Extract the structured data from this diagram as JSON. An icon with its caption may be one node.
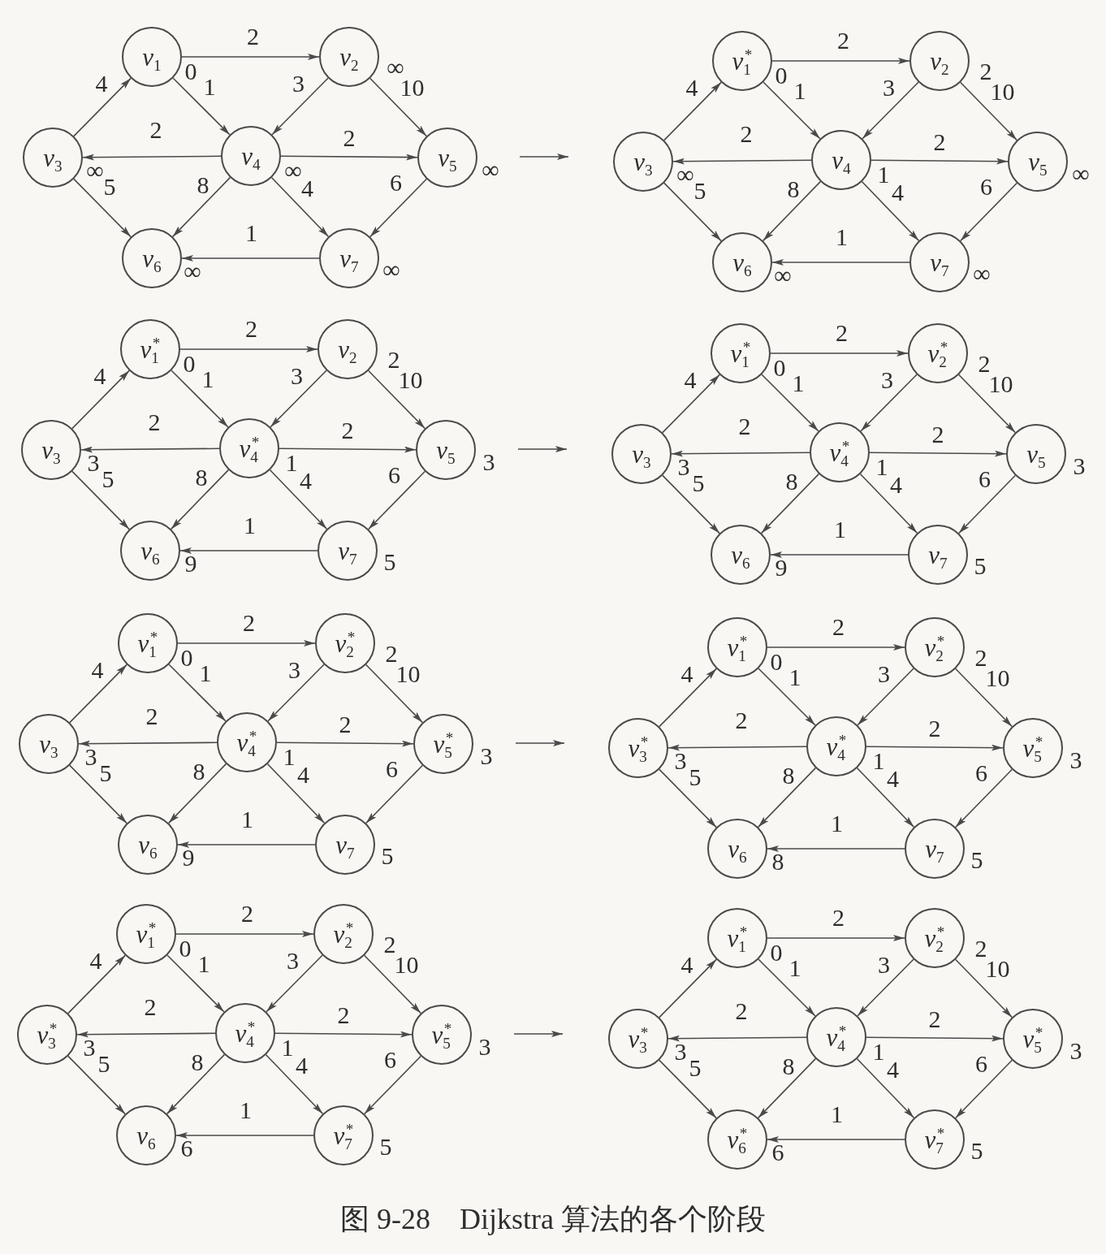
{
  "diagram": {
    "caption": "图 9-28　Dijkstra 算法的各个阶段",
    "nodes": [
      {
        "text": [
          "v$_{1}$"
        ],
        "beside": [
          "0"
        ]
      },
      {
        "text": [
          "v$_{2}$"
        ],
        "beside": [
          "∞"
        ]
      },
      {
        "text": [
          "v$_{3}$"
        ],
        "beside": [
          "∞"
        ]
      },
      {
        "text": [
          "v$_{4}$"
        ],
        "beside": [
          "∞"
        ]
      },
      {
        "text": [
          "v$_{5}$"
        ],
        "beside": [
          "∞"
        ]
      },
      {
        "text": [
          "v$_{6}$"
        ],
        "beside": [
          "∞"
        ]
      },
      {
        "text": [
          "v$_{7}$"
        ],
        "beside": [
          "∞"
        ]
      },
      {
        "text": [
          "v$_{1}$$^{*}$"
        ],
        "beside": [
          "0"
        ]
      },
      {
        "text": [
          "v$_{2}$"
        ],
        "beside": [
          "2"
        ]
      },
      {
        "text": [
          "v$_{3}$"
        ],
        "beside": [
          "∞"
        ]
      },
      {
        "text": [
          "v$_{4}$"
        ],
        "beside": [
          "1"
        ]
      },
      {
        "text": [
          "v$_{5}$"
        ],
        "beside": [
          "∞"
        ]
      },
      {
        "text": [
          "v$_{6}$"
        ],
        "beside": [
          "∞"
        ]
      },
      {
        "text": [
          "v$_{7}$"
        ],
        "beside": [
          "∞"
        ]
      },
      {
        "text": [
          "v$_{1}$$^{*}$"
        ],
        "beside": [
          "0"
        ]
      },
      {
        "text": [
          "v$_{2}$"
        ],
        "beside": [
          "2"
        ]
      },
      {
        "text": [
          "v$_{3}$"
        ],
        "beside": [
          "3"
        ]
      },
      {
        "text": [
          "v$_{4}$$^{*}$"
        ],
        "beside": [
          "1"
        ]
      },
      {
        "text": [
          "v$_{5}$"
        ],
        "beside": [
          "3"
        ]
      },
      {
        "text": [
          "v$_{6}$"
        ],
        "beside": [
          "9"
        ]
      },
      {
        "text": [
          "v$_{7}$"
        ],
        "beside": [
          "5"
        ]
      },
      {
        "text": [
          "v$_{1}$$^{*}$"
        ],
        "beside": [
          "0"
        ]
      },
      {
        "text": [
          "v$_{2}$$^{*}$"
        ],
        "beside": [
          "2"
        ]
      },
      {
        "text": [
          "v$_{3}$"
        ],
        "beside": [
          "3"
        ]
      },
      {
        "text": [
          "v$_{4}$$^{*}$"
        ],
        "beside": [
          "1"
        ]
      },
      {
        "text": [
          "v$_{5}$"
        ],
        "beside": [
          "3"
        ]
      },
      {
        "text": [
          "v$_{6}$"
        ],
        "beside": [
          "9"
        ]
      },
      {
        "text": [
          "v$_{7}$"
        ],
        "beside": [
          "5"
        ]
      },
      {
        "text": [
          "v$_{1}$$^{*}$"
        ],
        "beside": [
          "0"
        ]
      },
      {
        "text": [
          "v$_{2}$$^{*}$"
        ],
        "beside": [
          "2"
        ]
      },
      {
        "text": [
          "v$_{3}$"
        ],
        "beside": [
          "3"
        ]
      },
      {
        "text": [
          "v$_{4}$$^{*}$"
        ],
        "beside": [
          "1"
        ]
      },
      {
        "text": [
          "v$_{5}$$^{*}$"
        ],
        "beside": [
          "3"
        ]
      },
      {
        "text": [
          "v$_{6}$"
        ],
        "beside": [
          "9"
        ]
      },
      {
        "text": [
          "v$_{7}$"
        ],
        "beside": [
          "5"
        ]
      },
      {
        "text": [
          "v$_{1}$$^{*}$"
        ],
        "beside": [
          "0"
        ]
      },
      {
        "text": [
          "v$_{2}$$^{*}$"
        ],
        "beside": [
          "2"
        ]
      },
      {
        "text": [
          "v$_{3}$$^{*}$"
        ],
        "beside": [
          "3"
        ]
      },
      {
        "text": [
          "v$_{4}$$^{*}$"
        ],
        "beside": [
          "1"
        ]
      },
      {
        "text": [
          "v$_{5}$$^{*}$"
        ],
        "beside": [
          "3"
        ]
      },
      {
        "text": [
          "v$_{6}$"
        ],
        "beside": [
          "8"
        ]
      },
      {
        "text": [
          "v$_{7}$"
        ],
        "beside": [
          "5"
        ]
      },
      {
        "text": [
          "v$_{1}$$^{*}$"
        ],
        "beside": [
          "0"
        ]
      },
      {
        "text": [
          "v$_{2}$$^{*}$"
        ],
        "beside": [
          "2"
        ]
      },
      {
        "text": [
          "v$_{3}$$^{*}$"
        ],
        "beside": [
          "3"
        ]
      },
      {
        "text": [
          "v$_{4}$$^{*}$"
        ],
        "beside": [
          "1"
        ]
      },
      {
        "text": [
          "v$_{5}$$^{*}$"
        ],
        "beside": [
          "3"
        ]
      },
      {
        "text": [
          "v$_{6}$"
        ],
        "beside": [
          "6"
        ]
      },
      {
        "text": [
          "v$_{7}$$^{*}$"
        ],
        "beside": [
          "5"
        ]
      },
      {
        "text": [
          "v$_{1}$$^{*}$"
        ],
        "beside": [
          "0"
        ]
      },
      {
        "text": [
          "v$_{2}$$^{*}$"
        ],
        "beside": [
          "2"
        ]
      },
      {
        "text": [
          "v$_{3}$$^{*}$"
        ],
        "beside": [
          "3"
        ]
      },
      {
        "text": [
          "v$_{4}$$^{*}$"
        ],
        "beside": [
          "1"
        ]
      },
      {
        "text": [
          "v$_{5}$$^{*}$"
        ],
        "beside": [
          "3"
        ]
      },
      {
        "text": [
          "v$_{6}$$^{*}$"
        ],
        "beside": [
          "6"
        ]
      },
      {
        "text": [
          "v$_{7}$$^{*}$"
        ],
        "beside": [
          "5"
        ]
      }
    ],
    "edges": [
      {
        "from": 0,
        "to": 1,
        "label": "2",
        "arrow": "to"
      },
      {
        "from": 2,
        "to": 0,
        "label": "4",
        "arrow": "to"
      },
      {
        "from": 0,
        "to": 3,
        "label": "1",
        "arrow": "to"
      },
      {
        "from": 1,
        "to": 3,
        "label": "3",
        "arrow": "to"
      },
      {
        "from": 1,
        "to": 4,
        "label": "10",
        "arrow": "to"
      },
      {
        "from": 3,
        "to": 2,
        "label": "2",
        "arrow": "to"
      },
      {
        "from": 3,
        "to": 4,
        "label": "2",
        "arrow": "to"
      },
      {
        "from": 2,
        "to": 5,
        "label": "5",
        "arrow": "to"
      },
      {
        "from": 3,
        "to": 5,
        "label": "8",
        "arrow": "to"
      },
      {
        "from": 3,
        "to": 6,
        "label": "4",
        "arrow": "to"
      },
      {
        "from": 4,
        "to": 6,
        "label": "6",
        "arrow": "to"
      },
      {
        "from": 6,
        "to": 5,
        "label": "1",
        "arrow": "to"
      },
      {
        "from": 7,
        "to": 8,
        "label": "2",
        "arrow": "to"
      },
      {
        "from": 9,
        "to": 7,
        "label": "4",
        "arrow": "to"
      },
      {
        "from": 7,
        "to": 10,
        "label": "1",
        "arrow": "to"
      },
      {
        "from": 8,
        "to": 10,
        "label": "3",
        "arrow": "to"
      },
      {
        "from": 8,
        "to": 11,
        "label": "10",
        "arrow": "to"
      },
      {
        "from": 10,
        "to": 9,
        "label": "2",
        "arrow": "to"
      },
      {
        "from": 10,
        "to": 11,
        "label": "2",
        "arrow": "to"
      },
      {
        "from": 9,
        "to": 12,
        "label": "5",
        "arrow": "to"
      },
      {
        "from": 10,
        "to": 12,
        "label": "8",
        "arrow": "to"
      },
      {
        "from": 10,
        "to": 13,
        "label": "4",
        "arrow": "to"
      },
      {
        "from": 11,
        "to": 13,
        "label": "6",
        "arrow": "to"
      },
      {
        "from": 13,
        "to": 12,
        "label": "1",
        "arrow": "to"
      },
      {
        "from": 14,
        "to": 15,
        "label": "2",
        "arrow": "to"
      },
      {
        "from": 16,
        "to": 14,
        "label": "4",
        "arrow": "to"
      },
      {
        "from": 14,
        "to": 17,
        "label": "1",
        "arrow": "to"
      },
      {
        "from": 15,
        "to": 17,
        "label": "3",
        "arrow": "to"
      },
      {
        "from": 15,
        "to": 18,
        "label": "10",
        "arrow": "to"
      },
      {
        "from": 17,
        "to": 16,
        "label": "2",
        "arrow": "to"
      },
      {
        "from": 17,
        "to": 18,
        "label": "2",
        "arrow": "to"
      },
      {
        "from": 16,
        "to": 19,
        "label": "5",
        "arrow": "to"
      },
      {
        "from": 17,
        "to": 19,
        "label": "8",
        "arrow": "to"
      },
      {
        "from": 17,
        "to": 20,
        "label": "4",
        "arrow": "to"
      },
      {
        "from": 18,
        "to": 20,
        "label": "6",
        "arrow": "to"
      },
      {
        "from": 20,
        "to": 19,
        "label": "1",
        "arrow": "to"
      },
      {
        "from": 21,
        "to": 22,
        "label": "2",
        "arrow": "to"
      },
      {
        "from": 23,
        "to": 21,
        "label": "4",
        "arrow": "to"
      },
      {
        "from": 21,
        "to": 24,
        "label": "1",
        "arrow": "to"
      },
      {
        "from": 22,
        "to": 24,
        "label": "3",
        "arrow": "to"
      },
      {
        "from": 22,
        "to": 25,
        "label": "10",
        "arrow": "to"
      },
      {
        "from": 24,
        "to": 23,
        "label": "2",
        "arrow": "to"
      },
      {
        "from": 24,
        "to": 25,
        "label": "2",
        "arrow": "to"
      },
      {
        "from": 23,
        "to": 26,
        "label": "5",
        "arrow": "to"
      },
      {
        "from": 24,
        "to": 26,
        "label": "8",
        "arrow": "to"
      },
      {
        "from": 24,
        "to": 27,
        "label": "4",
        "arrow": "to"
      },
      {
        "from": 25,
        "to": 27,
        "label": "6",
        "arrow": "to"
      },
      {
        "from": 27,
        "to": 26,
        "label": "1",
        "arrow": "to"
      },
      {
        "from": 28,
        "to": 29,
        "label": "2",
        "arrow": "to"
      },
      {
        "from": 30,
        "to": 28,
        "label": "4",
        "arrow": "to"
      },
      {
        "from": 28,
        "to": 31,
        "label": "1",
        "arrow": "to"
      },
      {
        "from": 29,
        "to": 31,
        "label": "3",
        "arrow": "to"
      },
      {
        "from": 29,
        "to": 32,
        "label": "10",
        "arrow": "to"
      },
      {
        "from": 31,
        "to": 30,
        "label": "2",
        "arrow": "to"
      },
      {
        "from": 31,
        "to": 32,
        "label": "2",
        "arrow": "to"
      },
      {
        "from": 30,
        "to": 33,
        "label": "5",
        "arrow": "to"
      },
      {
        "from": 31,
        "to": 33,
        "label": "8",
        "arrow": "to"
      },
      {
        "from": 31,
        "to": 34,
        "label": "4",
        "arrow": "to"
      },
      {
        "from": 32,
        "to": 34,
        "label": "6",
        "arrow": "to"
      },
      {
        "from": 34,
        "to": 33,
        "label": "1",
        "arrow": "to"
      },
      {
        "from": 35,
        "to": 36,
        "label": "2",
        "arrow": "to"
      },
      {
        "from": 37,
        "to": 35,
        "label": "4",
        "arrow": "to"
      },
      {
        "from": 35,
        "to": 38,
        "label": "1",
        "arrow": "to"
      },
      {
        "from": 36,
        "to": 38,
        "label": "3",
        "arrow": "to"
      },
      {
        "from": 36,
        "to": 39,
        "label": "10",
        "arrow": "to"
      },
      {
        "from": 38,
        "to": 37,
        "label": "2",
        "arrow": "to"
      },
      {
        "from": 38,
        "to": 39,
        "label": "2",
        "arrow": "to"
      },
      {
        "from": 37,
        "to": 40,
        "label": "5",
        "arrow": "to"
      },
      {
        "from": 38,
        "to": 40,
        "label": "8",
        "arrow": "to"
      },
      {
        "from": 38,
        "to": 41,
        "label": "4",
        "arrow": "to"
      },
      {
        "from": 39,
        "to": 41,
        "label": "6",
        "arrow": "to"
      },
      {
        "from": 41,
        "to": 40,
        "label": "1",
        "arrow": "to"
      },
      {
        "from": 42,
        "to": 43,
        "label": "2",
        "arrow": "to"
      },
      {
        "from": 44,
        "to": 42,
        "label": "4",
        "arrow": "to"
      },
      {
        "from": 42,
        "to": 45,
        "label": "1",
        "arrow": "to"
      },
      {
        "from": 43,
        "to": 45,
        "label": "3",
        "arrow": "to"
      },
      {
        "from": 43,
        "to": 46,
        "label": "10",
        "arrow": "to"
      },
      {
        "from": 45,
        "to": 44,
        "label": "2",
        "arrow": "to"
      },
      {
        "from": 45,
        "to": 46,
        "label": "2",
        "arrow": "to"
      },
      {
        "from": 44,
        "to": 47,
        "label": "5",
        "arrow": "to"
      },
      {
        "from": 45,
        "to": 47,
        "label": "8",
        "arrow": "to"
      },
      {
        "from": 45,
        "to": 48,
        "label": "4",
        "arrow": "to"
      },
      {
        "from": 46,
        "to": 48,
        "label": "6",
        "arrow": "to"
      },
      {
        "from": 48,
        "to": 47,
        "label": "1",
        "arrow": "to"
      },
      {
        "from": 49,
        "to": 50,
        "label": "2",
        "arrow": "to"
      },
      {
        "from": 51,
        "to": 49,
        "label": "4",
        "arrow": "to"
      },
      {
        "from": 49,
        "to": 52,
        "label": "1",
        "arrow": "to"
      },
      {
        "from": 50,
        "to": 52,
        "label": "3",
        "arrow": "to"
      },
      {
        "from": 50,
        "to": 53,
        "label": "10",
        "arrow": "to"
      },
      {
        "from": 52,
        "to": 51,
        "label": "2",
        "arrow": "to"
      },
      {
        "from": 52,
        "to": 53,
        "label": "2",
        "arrow": "to"
      },
      {
        "from": 51,
        "to": 54,
        "label": "5",
        "arrow": "to"
      },
      {
        "from": 52,
        "to": 54,
        "label": "8",
        "arrow": "to"
      },
      {
        "from": 52,
        "to": 55,
        "label": "4",
        "arrow": "to"
      },
      {
        "from": 53,
        "to": 55,
        "label": "6",
        "arrow": "to"
      },
      {
        "from": 55,
        "to": 54,
        "label": "1",
        "arrow": "to"
      }
    ]
  }
}
